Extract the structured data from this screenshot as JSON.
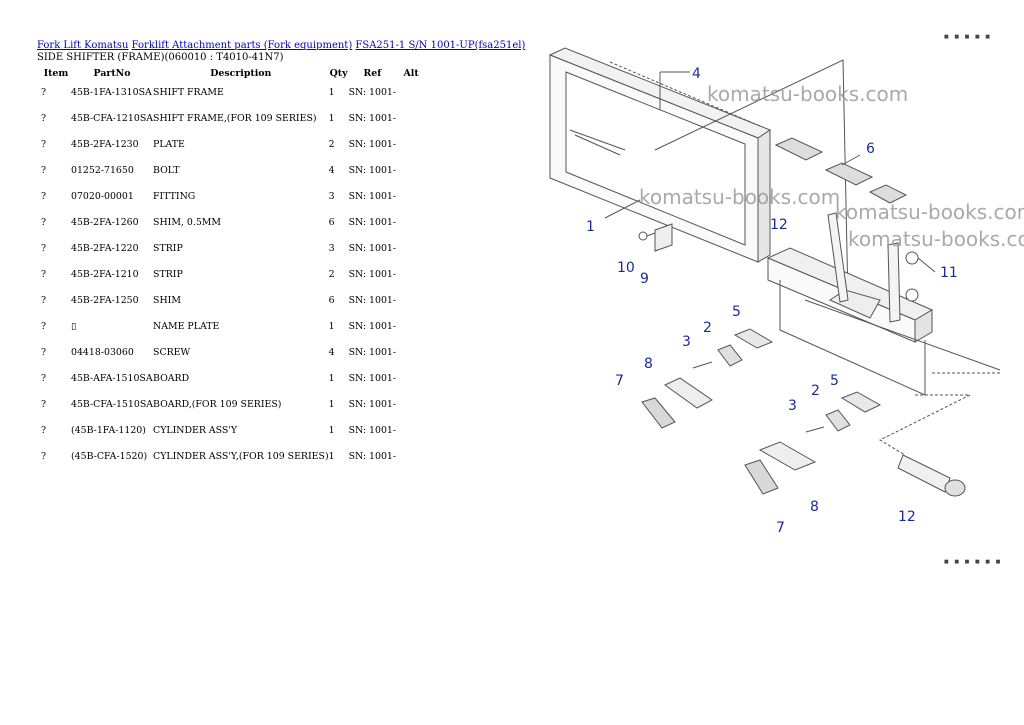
{
  "breadcrumb": {
    "link1": "Fork Lift Komatsu",
    "link2": "Forklift Attachment parts (Fork equipment)",
    "link3": "FSA251-1 S/N 1001-UP(fsa251el)"
  },
  "subtitle": "SIDE SHIFTER (FRAME)(060010 : T4010-41N7)",
  "columns": {
    "item": "Item",
    "partno": "PartNo",
    "desc": "Description",
    "qty": "Qty",
    "ref": "Ref",
    "alt": "Alt"
  },
  "rows": [
    {
      "item": "?",
      "partno": "45B-1FA-1310SA",
      "desc": "SHIFT FRAME",
      "qty": "1",
      "ref": "SN: 1001-"
    },
    {
      "item": "?",
      "partno": "45B-CFA-1210SA",
      "desc": "SHIFT FRAME,(FOR 109 SERIES)",
      "qty": "1",
      "ref": "SN: 1001-"
    },
    {
      "item": "?",
      "partno": "45B-2FA-1230",
      "desc": "PLATE",
      "qty": "2",
      "ref": "SN: 1001-"
    },
    {
      "item": "?",
      "partno": "01252-71650",
      "desc": "BOLT",
      "qty": "4",
      "ref": "SN: 1001-"
    },
    {
      "item": "?",
      "partno": "07020-00001",
      "desc": "FITTING",
      "qty": "3",
      "ref": "SN: 1001-"
    },
    {
      "item": "?",
      "partno": "45B-2FA-1260",
      "desc": "SHIM, 0.5MM",
      "qty": "6",
      "ref": "SN: 1001-"
    },
    {
      "item": "?",
      "partno": "45B-2FA-1220",
      "desc": "STRIP",
      "qty": "3",
      "ref": "SN: 1001-"
    },
    {
      "item": "?",
      "partno": "45B-2FA-1210",
      "desc": "STRIP",
      "qty": "2",
      "ref": "SN: 1001-"
    },
    {
      "item": "?",
      "partno": "45B-2FA-1250",
      "desc": "SHIM",
      "qty": "6",
      "ref": "SN: 1001-"
    },
    {
      "item": "?",
      "partno": "▯",
      "desc": "NAME PLATE",
      "qty": "1",
      "ref": "SN: 1001-"
    },
    {
      "item": "?",
      "partno": "04418-03060",
      "desc": "SCREW",
      "qty": "4",
      "ref": "SN: 1001-"
    },
    {
      "item": "?",
      "partno": "45B-AFA-1510SA",
      "desc": "BOARD",
      "qty": "1",
      "ref": "SN: 1001-"
    },
    {
      "item": "?",
      "partno": "45B-CFA-1510SA",
      "desc": "BOARD,(FOR 109 SERIES)",
      "qty": "1",
      "ref": "SN: 1001-"
    },
    {
      "item": "?",
      "partno": "(45B-1FA-1120)",
      "desc": "CYLINDER ASS'Y",
      "qty": "1",
      "ref": "SN: 1001-"
    },
    {
      "item": "?",
      "partno": "(45B-CFA-1520)",
      "desc": "CYLINDER ASS'Y,(FOR 109 SERIES)",
      "qty": "1",
      "ref": "SN: 1001-"
    }
  ],
  "diagram": {
    "watermark": "komatsu-books.com",
    "callouts": [
      "1",
      "2",
      "2",
      "3",
      "3",
      "4",
      "5",
      "5",
      "6",
      "7",
      "7",
      "8",
      "8",
      "9",
      "10",
      "11",
      "12",
      "12"
    ]
  },
  "colors": {
    "link": "#0000cc",
    "callout": "#1a2aa0",
    "watermark": "#9a9a9a",
    "line": "#555555"
  }
}
